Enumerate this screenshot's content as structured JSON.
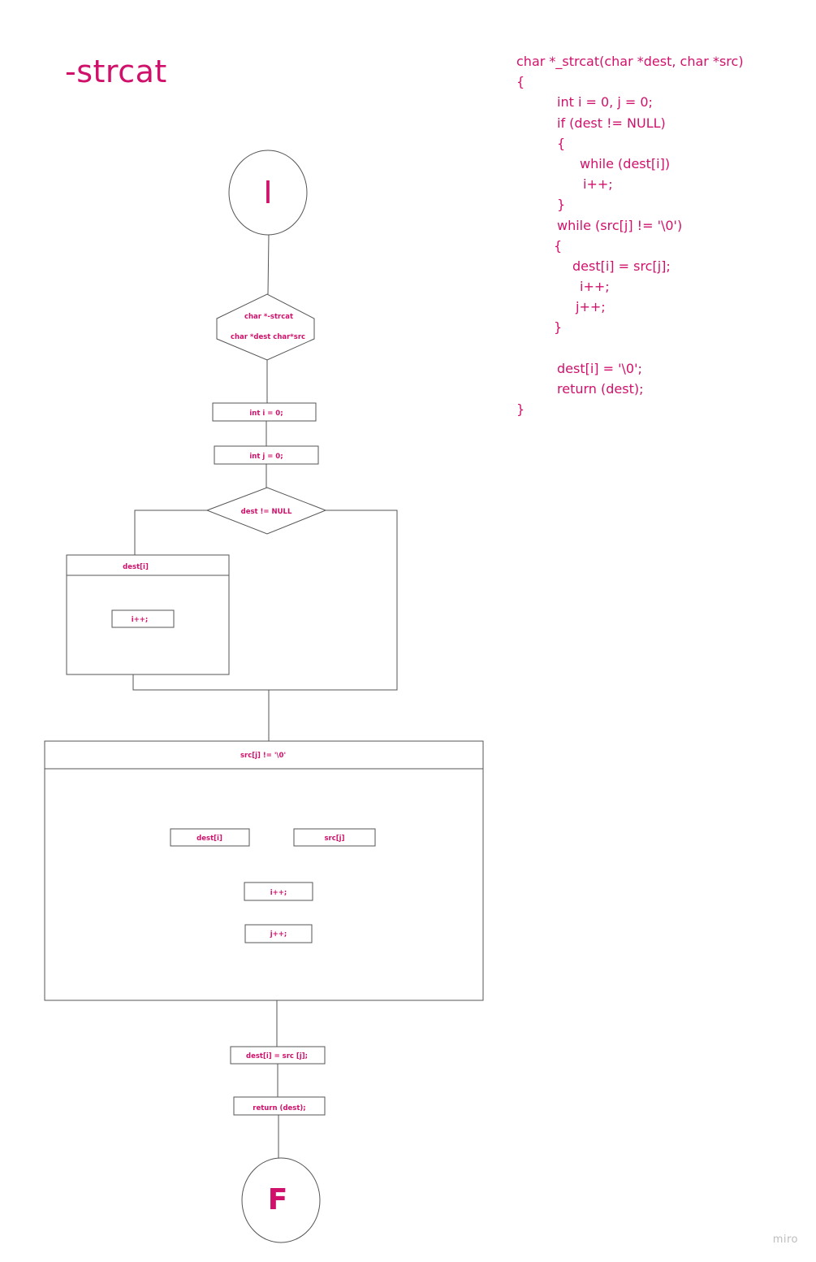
{
  "title": "-strcat",
  "flowchart": {
    "start_label": "I",
    "function_header": {
      "line1": "char *-strcat",
      "line2": "char *dest char*src"
    },
    "init_i": "int i = 0;",
    "init_j": "int j = 0;",
    "condition_dest": "dest != NULL",
    "loop_dest": {
      "header": "dest[i]",
      "body": "i++;"
    },
    "loop_src": {
      "header": "src[j] != '\\0'",
      "assign_left": "dest[i]",
      "assign_right": "src[j]",
      "increment_i": "i++;",
      "increment_j": "j++;"
    },
    "null_terminate": "dest[i] = src [j];",
    "return_stmt": "return (dest);",
    "end_label": "F"
  },
  "code": [
    {
      "indent": 0,
      "text": "char *_strcat(char *dest, char *src)"
    },
    {
      "indent": 0,
      "text": "{"
    },
    {
      "indent": 50,
      "text": "int i = 0, j = 0;"
    },
    {
      "indent": 50,
      "text": "if (dest != NULL)"
    },
    {
      "indent": 50,
      "text": "{"
    },
    {
      "indent": 78,
      "text": "while (dest[i])"
    },
    {
      "indent": 82,
      "text": "i++;"
    },
    {
      "indent": 50,
      "text": "}"
    },
    {
      "indent": 50,
      "text": "while (src[j] != '\\0')"
    },
    {
      "indent": 46,
      "text": "{"
    },
    {
      "indent": 69,
      "text": "dest[i] = src[j];"
    },
    {
      "indent": 78,
      "text": "i++;"
    },
    {
      "indent": 73,
      "text": "j++;"
    },
    {
      "indent": 46,
      "text": "}"
    },
    {
      "indent": 0,
      "text": ""
    },
    {
      "indent": 50,
      "text": "dest[i] = '\\0';"
    },
    {
      "indent": 50,
      "text": "return (dest);"
    },
    {
      "indent": 0,
      "text": "}"
    }
  ],
  "watermark": "miro",
  "colors": {
    "accent": "#d0116b",
    "stroke": "#555555"
  }
}
